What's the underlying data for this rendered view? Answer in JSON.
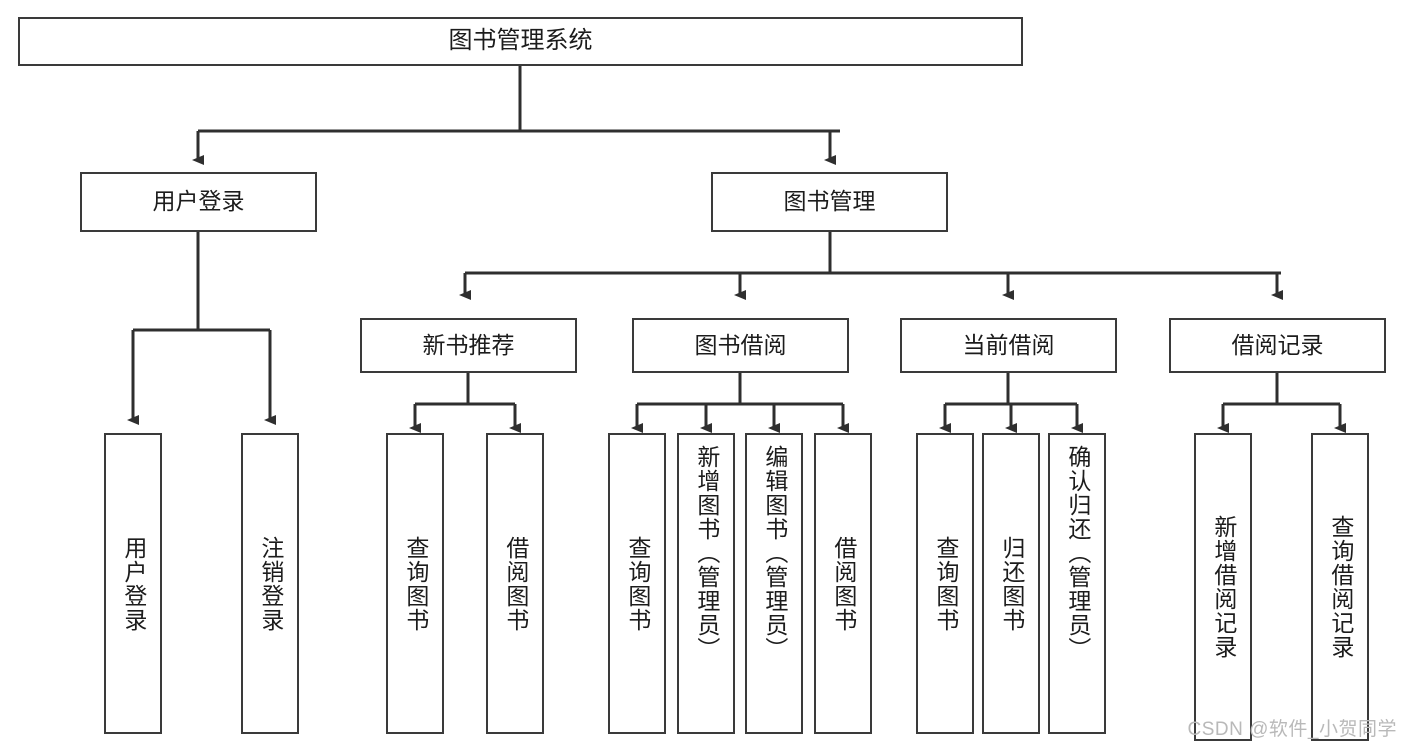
{
  "diagram": {
    "title": "图书管理系统",
    "type": "tree-hierarchy",
    "watermark": "CSDN @软件_小贺同学",
    "colors": {
      "box_border": "#3a3a3a",
      "box_fill": "#ffffff",
      "edge": "#2f2f2f",
      "text": "#1c1c1c",
      "watermark": "#b9b9b9"
    },
    "levels": {
      "root": {
        "label": "图书管理系统"
      },
      "level1": [
        {
          "label": "用户登录"
        },
        {
          "label": "图书管理"
        }
      ],
      "level2": [
        {
          "label": "新书推荐"
        },
        {
          "label": "图书借阅"
        },
        {
          "label": "当前借阅"
        },
        {
          "label": "借阅记录"
        }
      ],
      "leaves_user_login": [
        {
          "label": "用户登录"
        },
        {
          "label": "注销登录"
        }
      ],
      "leaves_new_book": [
        {
          "label": "查询图书"
        },
        {
          "label": "借阅图书"
        }
      ],
      "leaves_borrow": [
        {
          "label": "查询图书"
        },
        {
          "label": "新增图书（管理员）"
        },
        {
          "label": "编辑图书（管理员）"
        },
        {
          "label": "借阅图书"
        }
      ],
      "leaves_current": [
        {
          "label": "查询图书"
        },
        {
          "label": "归还图书"
        },
        {
          "label": "确认归还（管理员）"
        }
      ],
      "leaves_record": [
        {
          "label": "新增借阅记录"
        },
        {
          "label": "查询借阅记录"
        }
      ]
    }
  }
}
